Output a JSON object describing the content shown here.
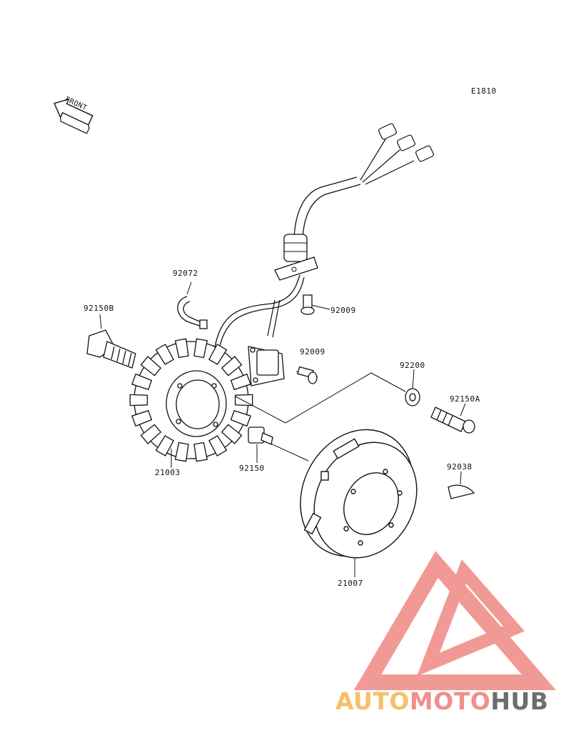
{
  "diagram_code": "E1810",
  "front_label": "FRONT",
  "parts": {
    "p92072": "92072",
    "p92150B": "92150B",
    "p92009a": "92009",
    "p92009b": "92009",
    "p92200": "92200",
    "p92150A": "92150A",
    "p21003": "21003",
    "p92150": "92150",
    "p92038": "92038",
    "p21007": "21007"
  },
  "watermark": {
    "part1": "AUTO",
    "part2": "MOTO",
    "part3": "HUB",
    "colors": {
      "auto": "#f6c06a",
      "moto": "#f0908a",
      "hub": "#6d6d6d"
    }
  }
}
